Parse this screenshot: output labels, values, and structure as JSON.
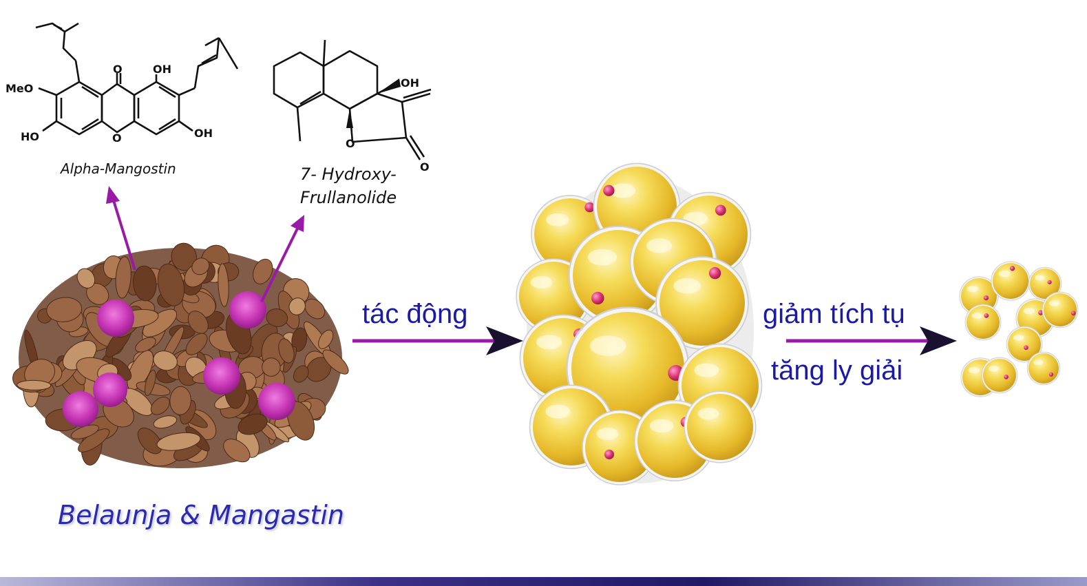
{
  "molecules": [
    {
      "name": "Alpha-Mangostin",
      "atoms": [
        "MeO",
        "HO",
        "O",
        "O",
        "OH",
        "OH"
      ]
    },
    {
      "name_lines": [
        "7- Hydroxy-",
        "Frullanolide"
      ],
      "atoms": [
        "OH",
        "O",
        "O"
      ]
    }
  ],
  "process": {
    "step1": "tác động",
    "step2_line1": "giảm tích tụ",
    "step2_line2": "tăng ly giải"
  },
  "source_caption": "Belaunja & Mangastin",
  "colors": {
    "text_blue": "#1a1aa6",
    "arrow_purple": "#9a1aa8",
    "arrow_head": "#1a1030",
    "flower_magenta": "#c534b4",
    "fat_cell_yellow": "#f2d44a",
    "marker_pink": "#d8306e",
    "bark_brown": "#8b5a3c"
  }
}
